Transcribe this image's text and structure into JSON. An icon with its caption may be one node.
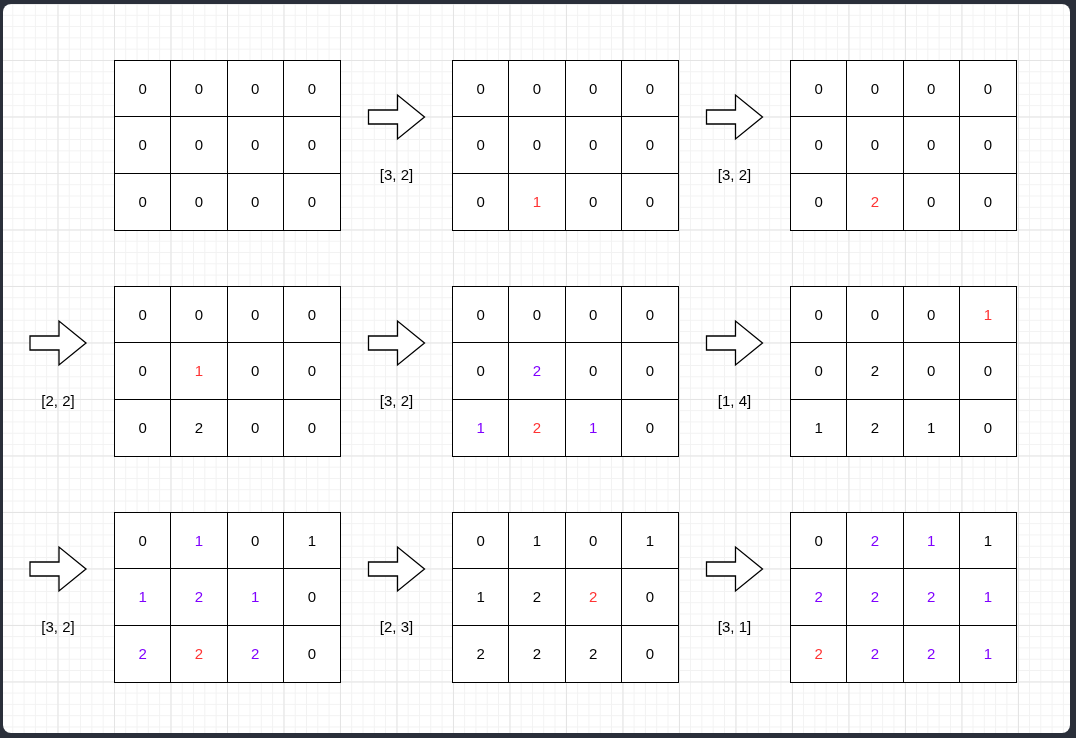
{
  "diagram": {
    "nodes": [
      {
        "text": [
          "0",
          "0",
          "0",
          "0",
          "0",
          "0",
          "0",
          "0",
          "0",
          "0",
          "0",
          "0"
        ]
      },
      {
        "text": [
          "0",
          "0",
          "0",
          "0",
          "0",
          "0",
          "0",
          "0",
          "0",
          "1",
          "0",
          "0"
        ]
      },
      {
        "text": [
          "0",
          "0",
          "0",
          "0",
          "0",
          "0",
          "0",
          "0",
          "0",
          "2",
          "0",
          "0"
        ]
      },
      {
        "text": [
          "0",
          "0",
          "0",
          "0",
          "0",
          "1",
          "0",
          "0",
          "0",
          "2",
          "0",
          "0"
        ]
      },
      {
        "text": [
          "0",
          "0",
          "0",
          "0",
          "0",
          "2",
          "0",
          "0",
          "1",
          "2",
          "1",
          "0"
        ]
      },
      {
        "text": [
          "0",
          "0",
          "0",
          "1",
          "0",
          "2",
          "0",
          "0",
          "1",
          "2",
          "1",
          "0"
        ]
      },
      {
        "text": [
          "0",
          "1",
          "0",
          "1",
          "1",
          "2",
          "1",
          "0",
          "2",
          "2",
          "2",
          "0"
        ]
      },
      {
        "text": [
          "0",
          "1",
          "0",
          "1",
          "1",
          "2",
          "2",
          "0",
          "2",
          "2",
          "2",
          "0"
        ]
      },
      {
        "text": [
          "0",
          "2",
          "1",
          "1",
          "2",
          "2",
          "2",
          "1",
          "2",
          "2",
          "2",
          "1"
        ]
      }
    ],
    "edges": [
      {
        "from": 0,
        "to": 1,
        "arrow": "to",
        "label": "[3, 2]"
      },
      {
        "from": 1,
        "to": 2,
        "arrow": "to",
        "label": "[3, 2]"
      },
      {
        "from": null,
        "to": 3,
        "arrow": "to",
        "label": "[2, 2]"
      },
      {
        "from": 3,
        "to": 4,
        "arrow": "to",
        "label": "[3, 2]"
      },
      {
        "from": 4,
        "to": 5,
        "arrow": "to",
        "label": "[1, 4]"
      },
      {
        "from": null,
        "to": 6,
        "arrow": "to",
        "label": "[3, 2]"
      },
      {
        "from": 6,
        "to": 7,
        "arrow": "to",
        "label": "[2, 3]"
      },
      {
        "from": 7,
        "to": 8,
        "arrow": "to",
        "label": "[3, 1]"
      }
    ]
  }
}
